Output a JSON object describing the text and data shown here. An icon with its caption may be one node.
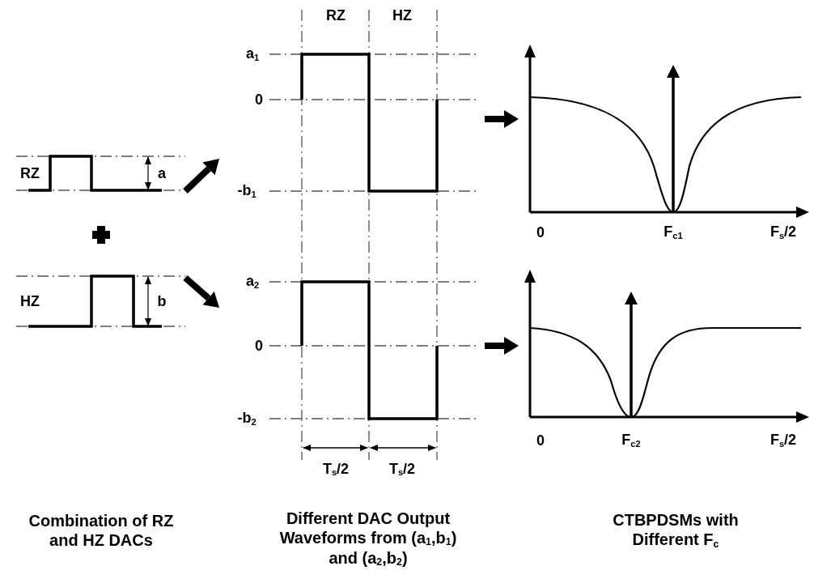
{
  "diagram": {
    "nodes": [
      {
        "text": [
          "RZ",
          "a"
        ]
      },
      {
        "text": [
          "HZ",
          "b"
        ]
      },
      {
        "text": [
          "a$_{1}$",
          "0",
          "-b$_{1}$"
        ]
      },
      {
        "text": [
          "a$_{2}$",
          "0",
          "-b$_{2}$"
        ]
      },
      {
        "text": [
          "0",
          "F$_{c1}$",
          "F$_{s}$/2"
        ]
      },
      {
        "text": [
          "0",
          "F$_{c2}$",
          "F$_{s}$/2"
        ]
      }
    ],
    "edges": [
      {
        "from": 0,
        "to": 2,
        "arrow": "to"
      },
      {
        "from": 1,
        "to": 3,
        "arrow": "to"
      },
      {
        "from": 2,
        "to": 4,
        "arrow": "to"
      },
      {
        "from": 3,
        "to": 5,
        "arrow": "to"
      }
    ],
    "labels": [
      "RZ",
      "HZ",
      "T$_{s}$/2",
      "T$_{s}$/2",
      "Combination of RZ and HZ DACs",
      "Different DAC Output Waveforms from (a$_{1}$,b$_{1}$) and (a$_{2}$,b$_{2}$)",
      "CTBPDSMs with Different F$_{c}$"
    ]
  }
}
